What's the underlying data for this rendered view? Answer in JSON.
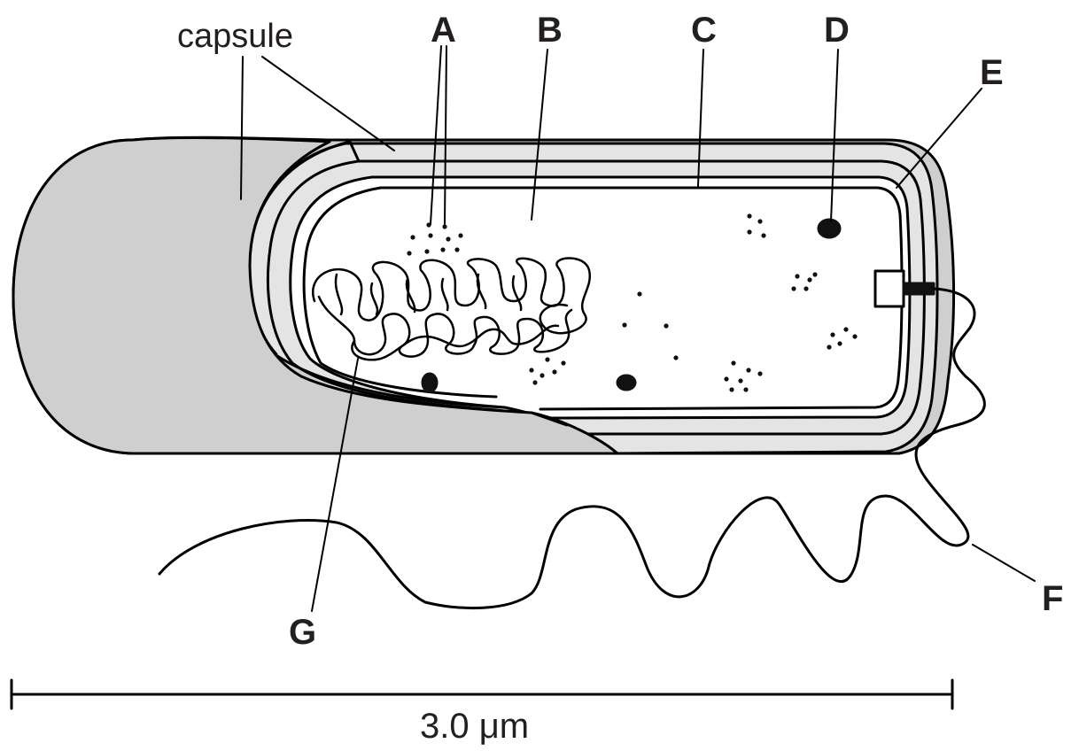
{
  "labels": {
    "capsule": "capsule",
    "a": "A",
    "b": "B",
    "c": "C",
    "d": "D",
    "e": "E",
    "f": "F",
    "g": "G"
  },
  "scale_bar": {
    "label": "3.0 μm"
  },
  "colors": {
    "stroke": "#000000",
    "capsule_fill": "#cfcfcf",
    "wall_fill": "#e4e4e4",
    "cytoplasm_fill": "#ffffff",
    "text": "#231f20"
  }
}
